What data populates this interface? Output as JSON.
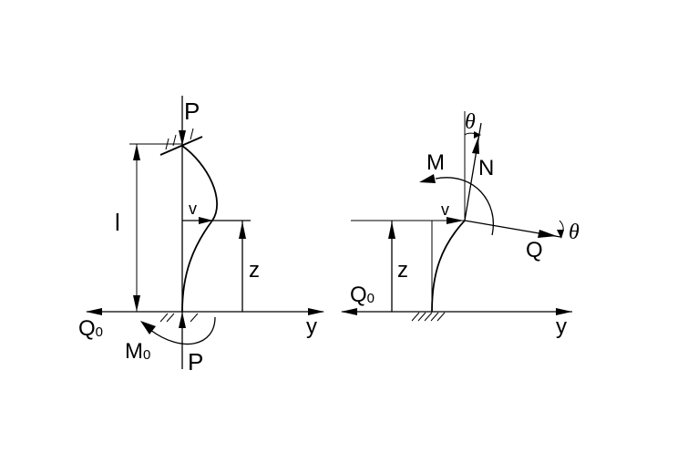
{
  "left_figure": {
    "load_top": "P",
    "load_bottom": "P",
    "length": "l",
    "deflection": "v",
    "height": "z",
    "shear_main": "Q",
    "shear_sub": "0",
    "moment_main": "M",
    "moment_sub": "0",
    "axis": "y"
  },
  "right_figure": {
    "angle_top": "θ",
    "moment": "M",
    "normal_force": "N",
    "deflection": "v",
    "angle_right": "θ",
    "shear": "Q",
    "height": "z",
    "shear_main": "Q",
    "shear_sub": "0",
    "axis": "y"
  }
}
